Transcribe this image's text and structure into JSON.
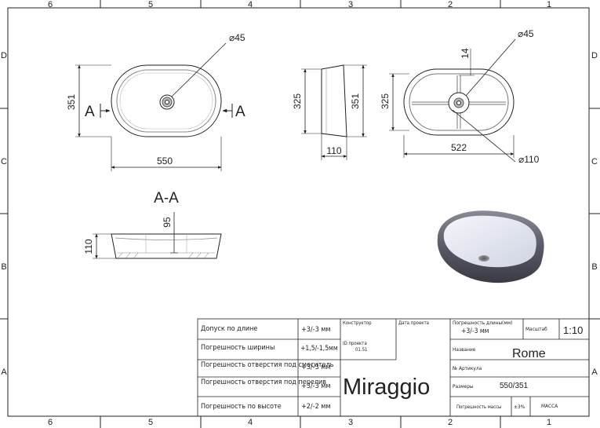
{
  "frame": {
    "columns": [
      "6",
      "5",
      "4",
      "3",
      "2",
      "1"
    ],
    "rows": [
      "D",
      "C",
      "B",
      "A"
    ]
  },
  "drawing": {
    "top_view": {
      "hole_dia": "⌀45",
      "height": "351",
      "width": "550",
      "section_left": "A",
      "section_right": "A"
    },
    "side_view": {
      "inner_height": "325",
      "outer_height": "351",
      "depth": "110"
    },
    "bottom_view": {
      "hole_dia": "⌀45",
      "rib": "14",
      "height": "325",
      "width": "522",
      "foot_dia": "⌀110"
    },
    "section": {
      "title": "A-A",
      "depth": "95",
      "height": "110"
    }
  },
  "title_block": {
    "tolerances": [
      {
        "label": "Допуск по длине",
        "value": "+3/-3 мм"
      },
      {
        "label": "Погрешность ширины",
        "value": "+1,5/-1,5мм"
      },
      {
        "label": "Погрешность отверстия под смеситель",
        "value": "+3/-3 мм"
      },
      {
        "label": "Погрешность отверстия под перелив",
        "value": "+3/-3 мм"
      },
      {
        "label": "Погрешность по высоте",
        "value": "+2/-2 мм"
      }
    ],
    "constructor_label": "Конструктор",
    "date_label": "Дата проекта",
    "project_id_label": "ID проекта",
    "project_id": "01.51",
    "logo": "Miraggio",
    "length_tol_label": "Погрешность длины(мм)",
    "length_tol_value": "+3/-3 мм",
    "scale_label": "Масштаб",
    "scale_value": "1:10",
    "name_label": "Название",
    "name_value": "Rome",
    "article_label": "№ Артикула",
    "size_label": "Размеры",
    "size_value": "550/351",
    "mass_tol_label": "Погрешность массы",
    "mass_tol_value": "±3%",
    "mass_label": "МАССА"
  },
  "colors": {
    "line": "#222222",
    "basin_outer": "#5a5a66",
    "basin_inner": "#e8ebf4"
  }
}
